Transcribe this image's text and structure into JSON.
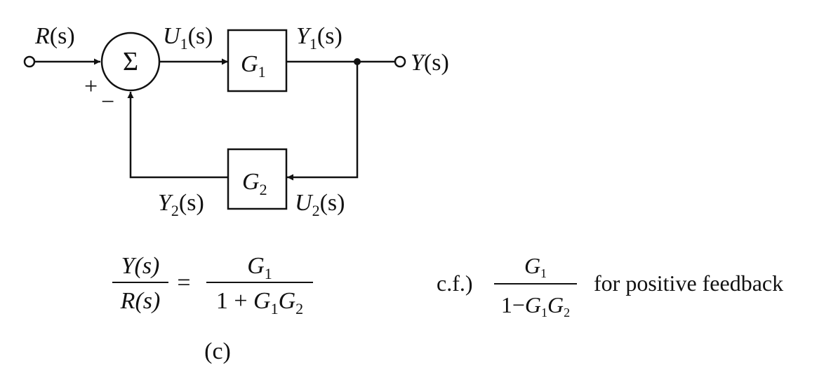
{
  "nodes": {
    "input": {
      "name": "R",
      "arg": "(s)"
    },
    "output": {
      "name": "Y",
      "arg": "(s)"
    },
    "summer": {
      "symbol": "Σ",
      "plus": "+",
      "minus": "−"
    },
    "g1": {
      "name": "G",
      "sub": "1"
    },
    "g2": {
      "name": "G",
      "sub": "2"
    }
  },
  "signals": {
    "u1": {
      "name": "U",
      "sub": "1",
      "arg": "(s)"
    },
    "y1": {
      "name": "Y",
      "sub": "1",
      "arg": "(s)"
    },
    "u2": {
      "name": "U",
      "sub": "2",
      "arg": "(s)"
    },
    "y2": {
      "name": "Y",
      "sub": "2",
      "arg": "(s)"
    }
  },
  "transfer_function": {
    "lhs_num": "Y(s)",
    "lhs_den": "R(s)",
    "equals": "=",
    "rhs_num_name": "G",
    "rhs_num_sub": "1",
    "rhs_den_prefix": "1 + ",
    "rhs_den_g1": "G",
    "rhs_den_g1_sub": "1",
    "rhs_den_g2": "G",
    "rhs_den_g2_sub": "2"
  },
  "caption": "(c)",
  "comparison": {
    "prefix": "c.f.)",
    "num_name": "G",
    "num_sub": "1",
    "den_prefix": "1−",
    "den_g1": "G",
    "den_g1_sub": "1",
    "den_g2": "G",
    "den_g2_sub": "2",
    "note": "for positive feedback"
  }
}
